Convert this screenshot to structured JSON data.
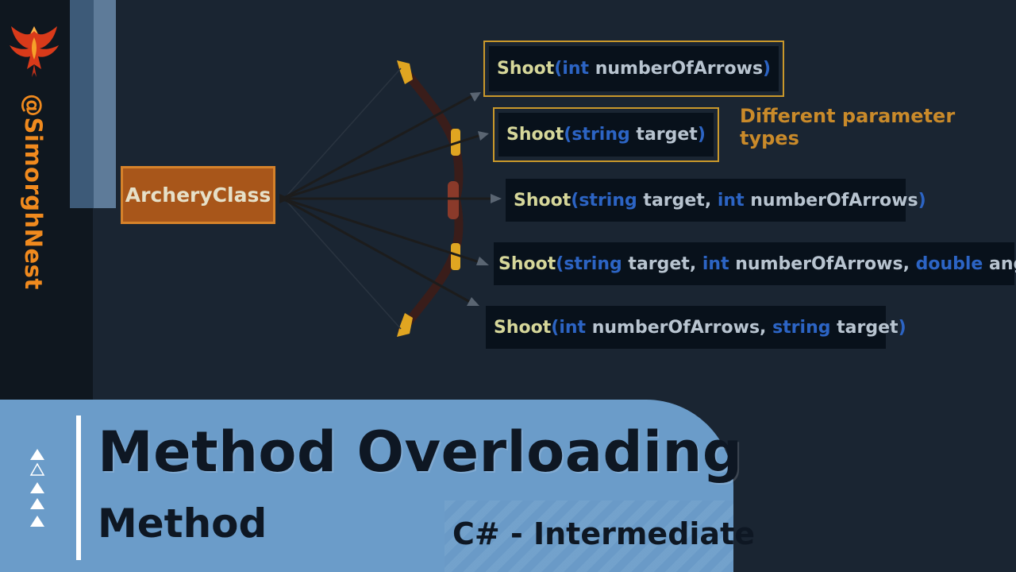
{
  "brand": {
    "handle": "@SimorghNest",
    "logo_icon": "phoenix-icon"
  },
  "diagram": {
    "class_name": "ArcheryClass",
    "note": "Different parameter types",
    "colors": {
      "method": "#d6d79a",
      "keyword": "#2c64c4",
      "param": "#b8c4d0",
      "border": "#c9982b",
      "class_fill": "#a8561a"
    },
    "overloads": [
      {
        "method": "Shoot",
        "open": "(",
        "params": [
          {
            "type": "int",
            "name": "numberOfArrows"
          }
        ],
        "close": ")",
        "highlighted": true
      },
      {
        "method": "Shoot",
        "open": "(",
        "params": [
          {
            "type": "string",
            "name": "target"
          }
        ],
        "close": ")",
        "highlighted": true
      },
      {
        "method": "Shoot",
        "open": "(",
        "params": [
          {
            "type": "string",
            "name": "target,"
          },
          {
            "type": "int",
            "name": "numberOfArrows "
          }
        ],
        "close": ")",
        "highlighted": false
      },
      {
        "method": "Shoot",
        "open": "(",
        "params": [
          {
            "type": "string",
            "name": "target,"
          },
          {
            "type": "int",
            "name": "numberOfArrows,"
          },
          {
            "type": "double",
            "name": "angle"
          }
        ],
        "close": ")",
        "highlighted": false
      },
      {
        "method": "Shoot",
        "open": "(",
        "params": [
          {
            "type": "int",
            "name": "numberOfArrows,"
          },
          {
            "type": "string",
            "name": "target"
          }
        ],
        "close": ")",
        "highlighted": false
      }
    ]
  },
  "banner": {
    "title": "Method Overloading",
    "subtitle": "Method",
    "level": "C# - Intermediate",
    "arrow_icons": [
      "filled-triangle-icon",
      "outline-triangle-icon",
      "filled-triangle-icon",
      "filled-triangle-icon",
      "filled-triangle-icon"
    ]
  }
}
